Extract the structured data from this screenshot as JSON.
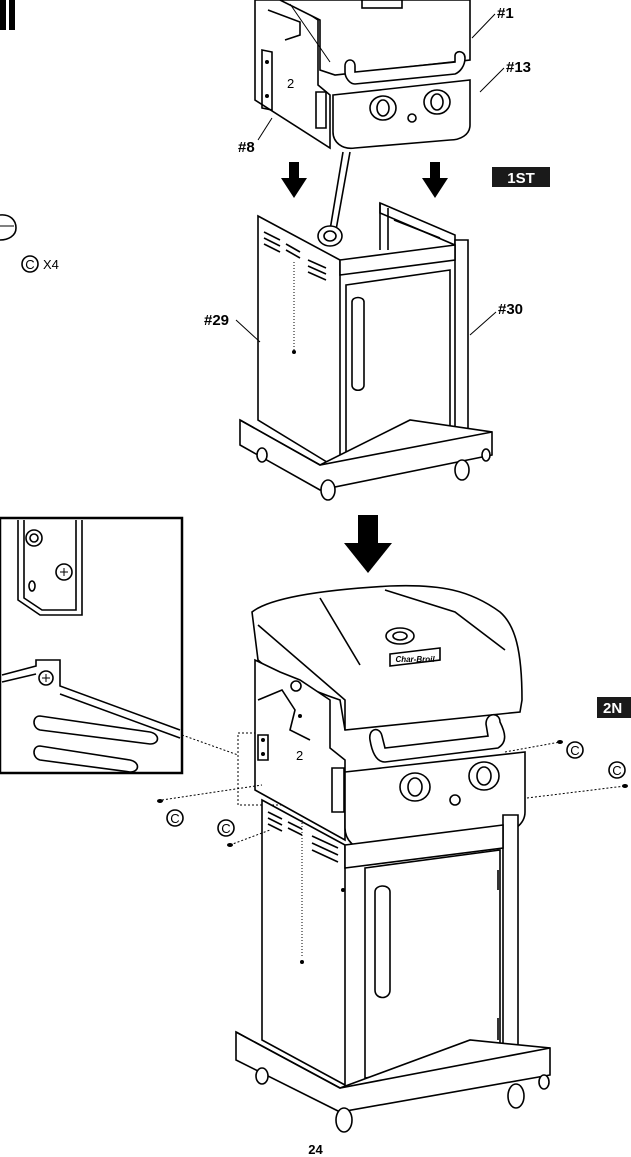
{
  "labels": {
    "lid": "#1",
    "control_panel": "#13",
    "side_shelf_bracket": "#8",
    "left_cart_panel": "#29",
    "right_cart_panel": "#30"
  },
  "steps": {
    "first": "1ST",
    "second": "2N"
  },
  "hardware": {
    "part_letter": "C",
    "quantity": "X4"
  },
  "panel_number": "2",
  "brand_logo_text": "Char-Broil",
  "page_number": "24",
  "colors": {
    "ink": "#000000",
    "paper": "#ffffff",
    "tag_bg": "#1a1a1a"
  }
}
